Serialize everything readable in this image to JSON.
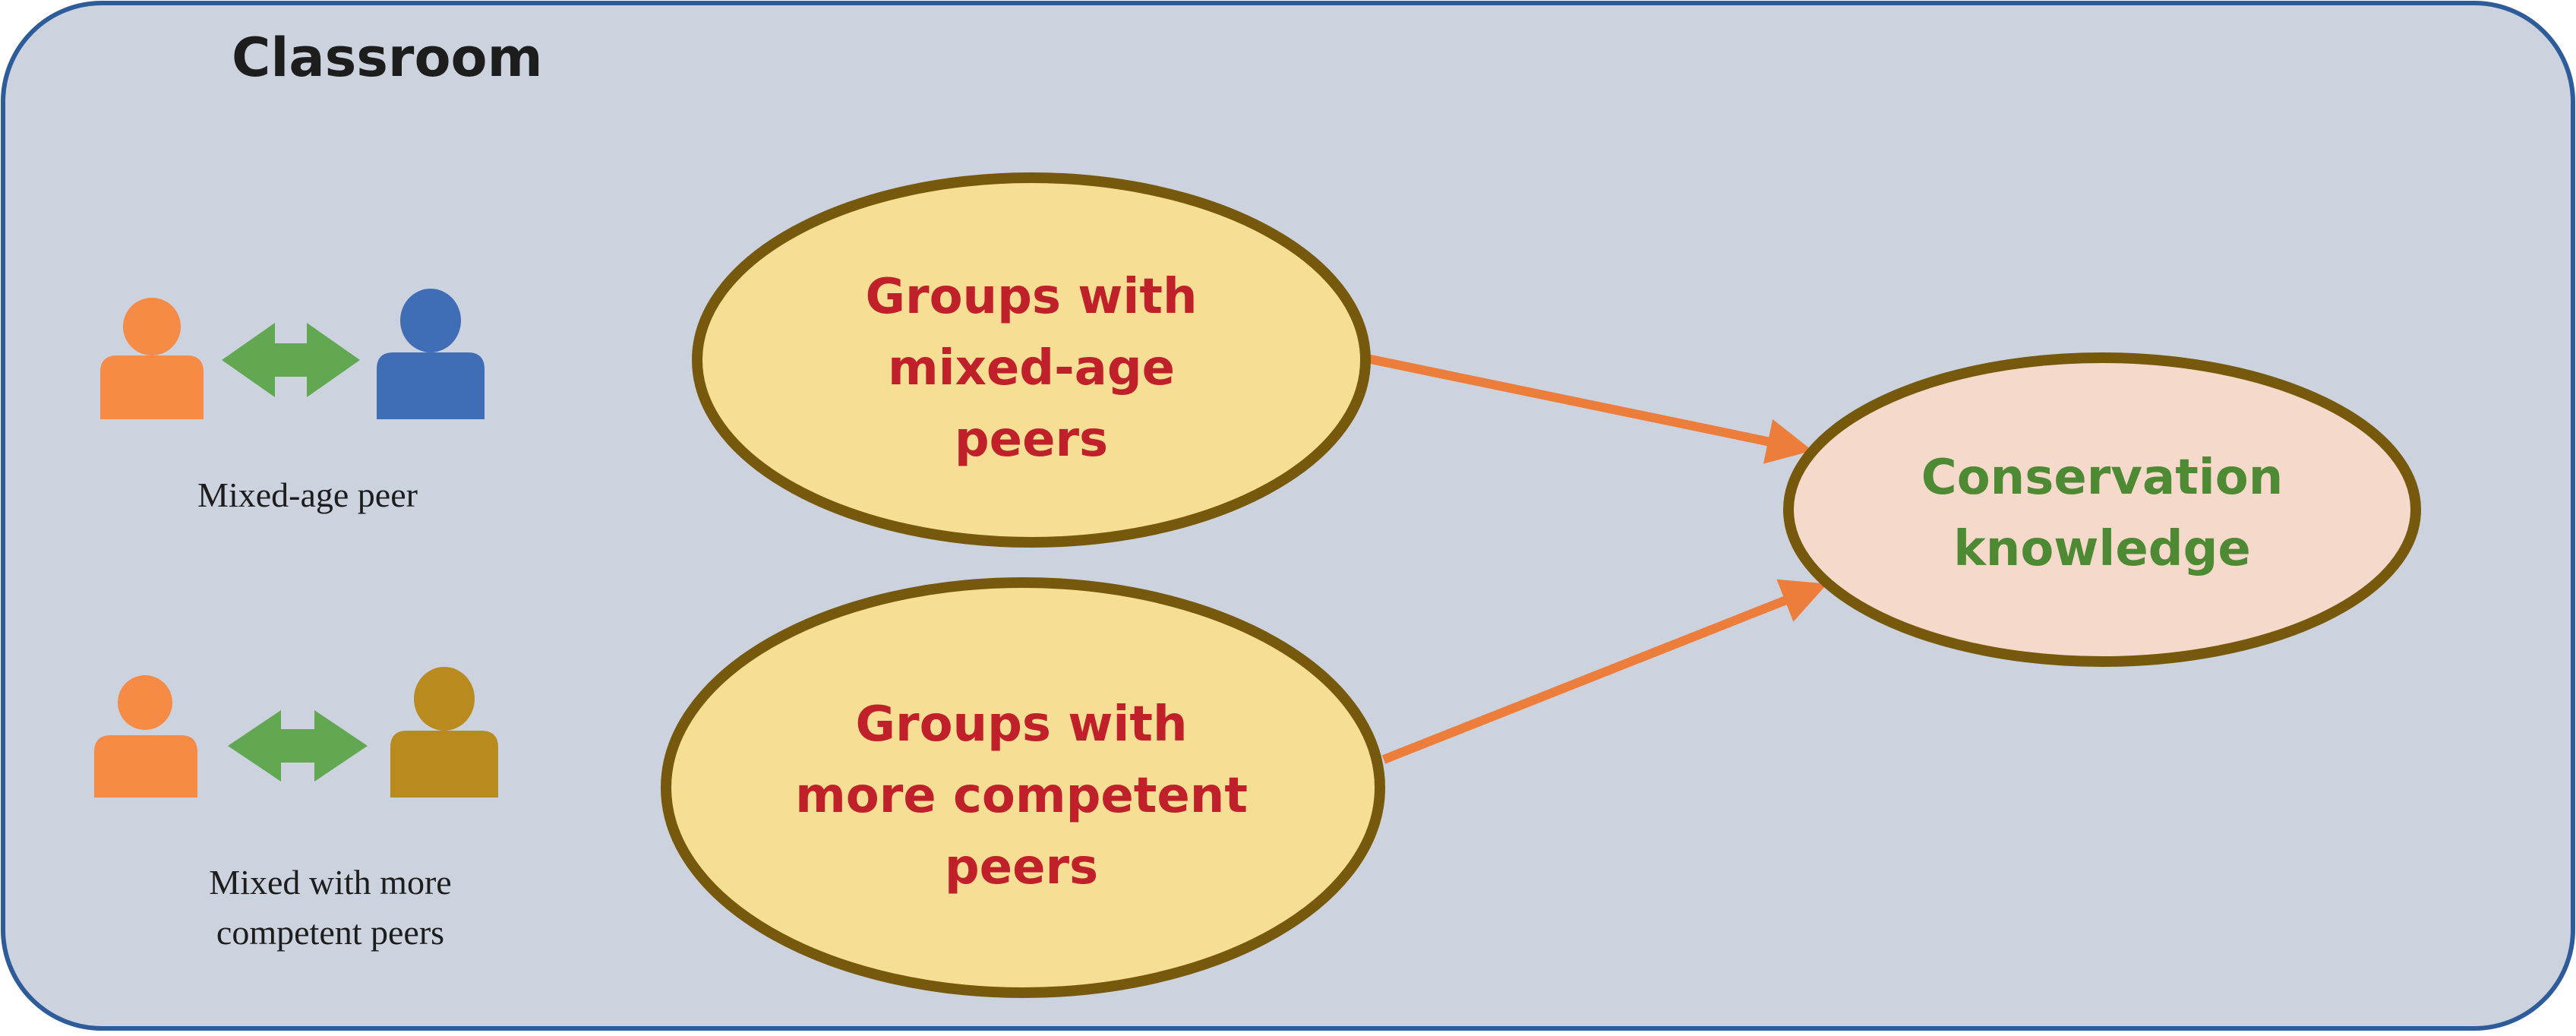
{
  "frame": {
    "title": "Classroom",
    "fill": "#CCD3DE",
    "stroke": "#2E5B9A"
  },
  "legend": {
    "mixed_age": {
      "label": "Mixed-age peer",
      "person_left_color": "#F58B45",
      "person_right_color": "#3F6DB6",
      "arrow_color": "#62A852"
    },
    "competent": {
      "label_line1": "Mixed with more",
      "label_line2": "competent peers",
      "person_left_color": "#F58B45",
      "person_right_color": "#B98A1E",
      "arrow_color": "#62A852"
    }
  },
  "nodes": {
    "mixed_age_groups": {
      "line1": "Groups with",
      "line2": "mixed-age",
      "line3": "peers",
      "fill": "#F6DF94",
      "stroke": "#76590C",
      "text_color": "#C0202A"
    },
    "competent_groups": {
      "line1": "Groups with",
      "line2": "more competent",
      "line3": "peers",
      "fill": "#F6DF94",
      "stroke": "#76590C",
      "text_color": "#C0202A"
    },
    "outcome": {
      "line1": "Conservation",
      "line2": "knowledge",
      "fill": "#F5DACB",
      "stroke": "#76590C",
      "text_color": "#4E8A33"
    }
  },
  "edges": {
    "color": "#ED7D3B",
    "list": [
      {
        "from": "Groups with mixed-age peers",
        "to": "Conservation knowledge"
      },
      {
        "from": "Groups with more competent peers",
        "to": "Conservation knowledge"
      }
    ]
  }
}
